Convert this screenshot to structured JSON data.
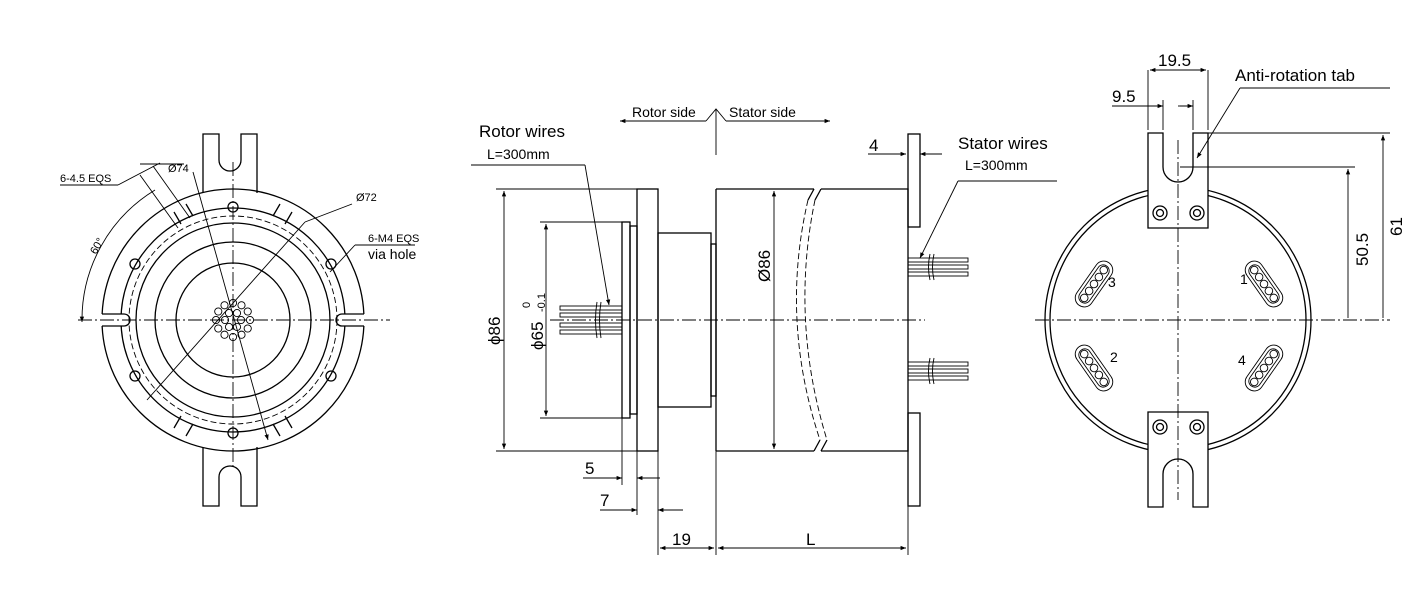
{
  "colors": {
    "line": "#000000",
    "background": "#ffffff"
  },
  "front_view": {
    "slot_label": "6-4.5 EQS",
    "dia74": "Ø74",
    "dia72": "Ø72",
    "hole_label": "6-M4 EQS",
    "hole_sub": "via hole",
    "angle": "60°"
  },
  "side_view": {
    "rotor_side": "Rotor side",
    "stator_side": "Stator  side",
    "rotor_wires": "Rotor wires",
    "rotor_len": "L=300mm",
    "stator_wires": "Stator wires",
    "stator_len": "L=300mm",
    "dim_flange": "4",
    "dia86_left": "ϕ86",
    "dia65": "ϕ65",
    "tol_upper": "0",
    "tol_lower": "-0.1",
    "dia86_body": "Ø86",
    "dim5": "5",
    "dim7": "7",
    "dim19": "19",
    "dimL": "L"
  },
  "rear_view": {
    "tab_label": "Anti-rotation tab",
    "dim19_5": "19.5",
    "dim9_5": "9.5",
    "dim50_5": "50.5",
    "dim61": "61",
    "ports": [
      "1",
      "2",
      "3",
      "4"
    ]
  }
}
